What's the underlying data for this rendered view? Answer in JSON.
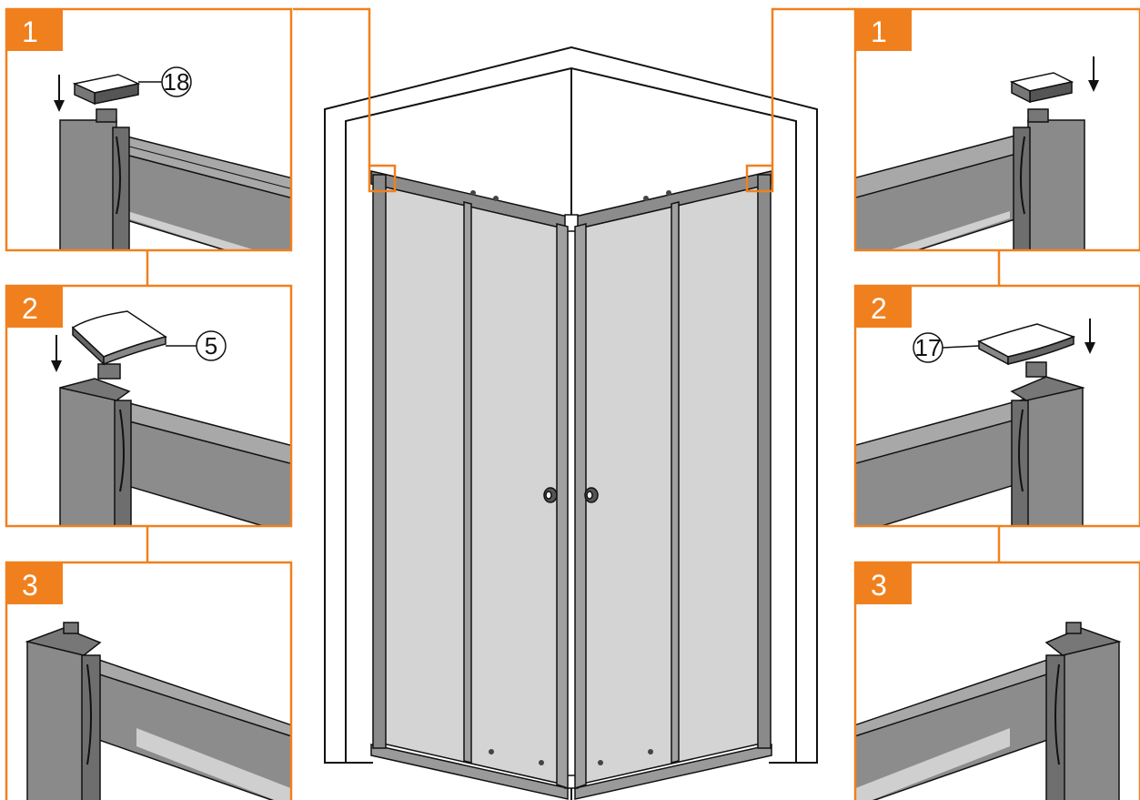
{
  "colors": {
    "accent": "#f0801e",
    "frame": "#555555",
    "glass": "#d4d4d4",
    "outline": "#111111",
    "wall": "#ffffff"
  },
  "left_panels": [
    {
      "step": "1",
      "part": "18"
    },
    {
      "step": "2",
      "part": "5"
    },
    {
      "step": "3",
      "part": ""
    }
  ],
  "right_panels": [
    {
      "step": "1",
      "part": ""
    },
    {
      "step": "2",
      "part": "17"
    },
    {
      "step": "3",
      "part": ""
    }
  ],
  "icons": [
    "down-arrow-icon",
    "end-cap-icon",
    "corner-cap-icon",
    "door-knob-icon"
  ]
}
